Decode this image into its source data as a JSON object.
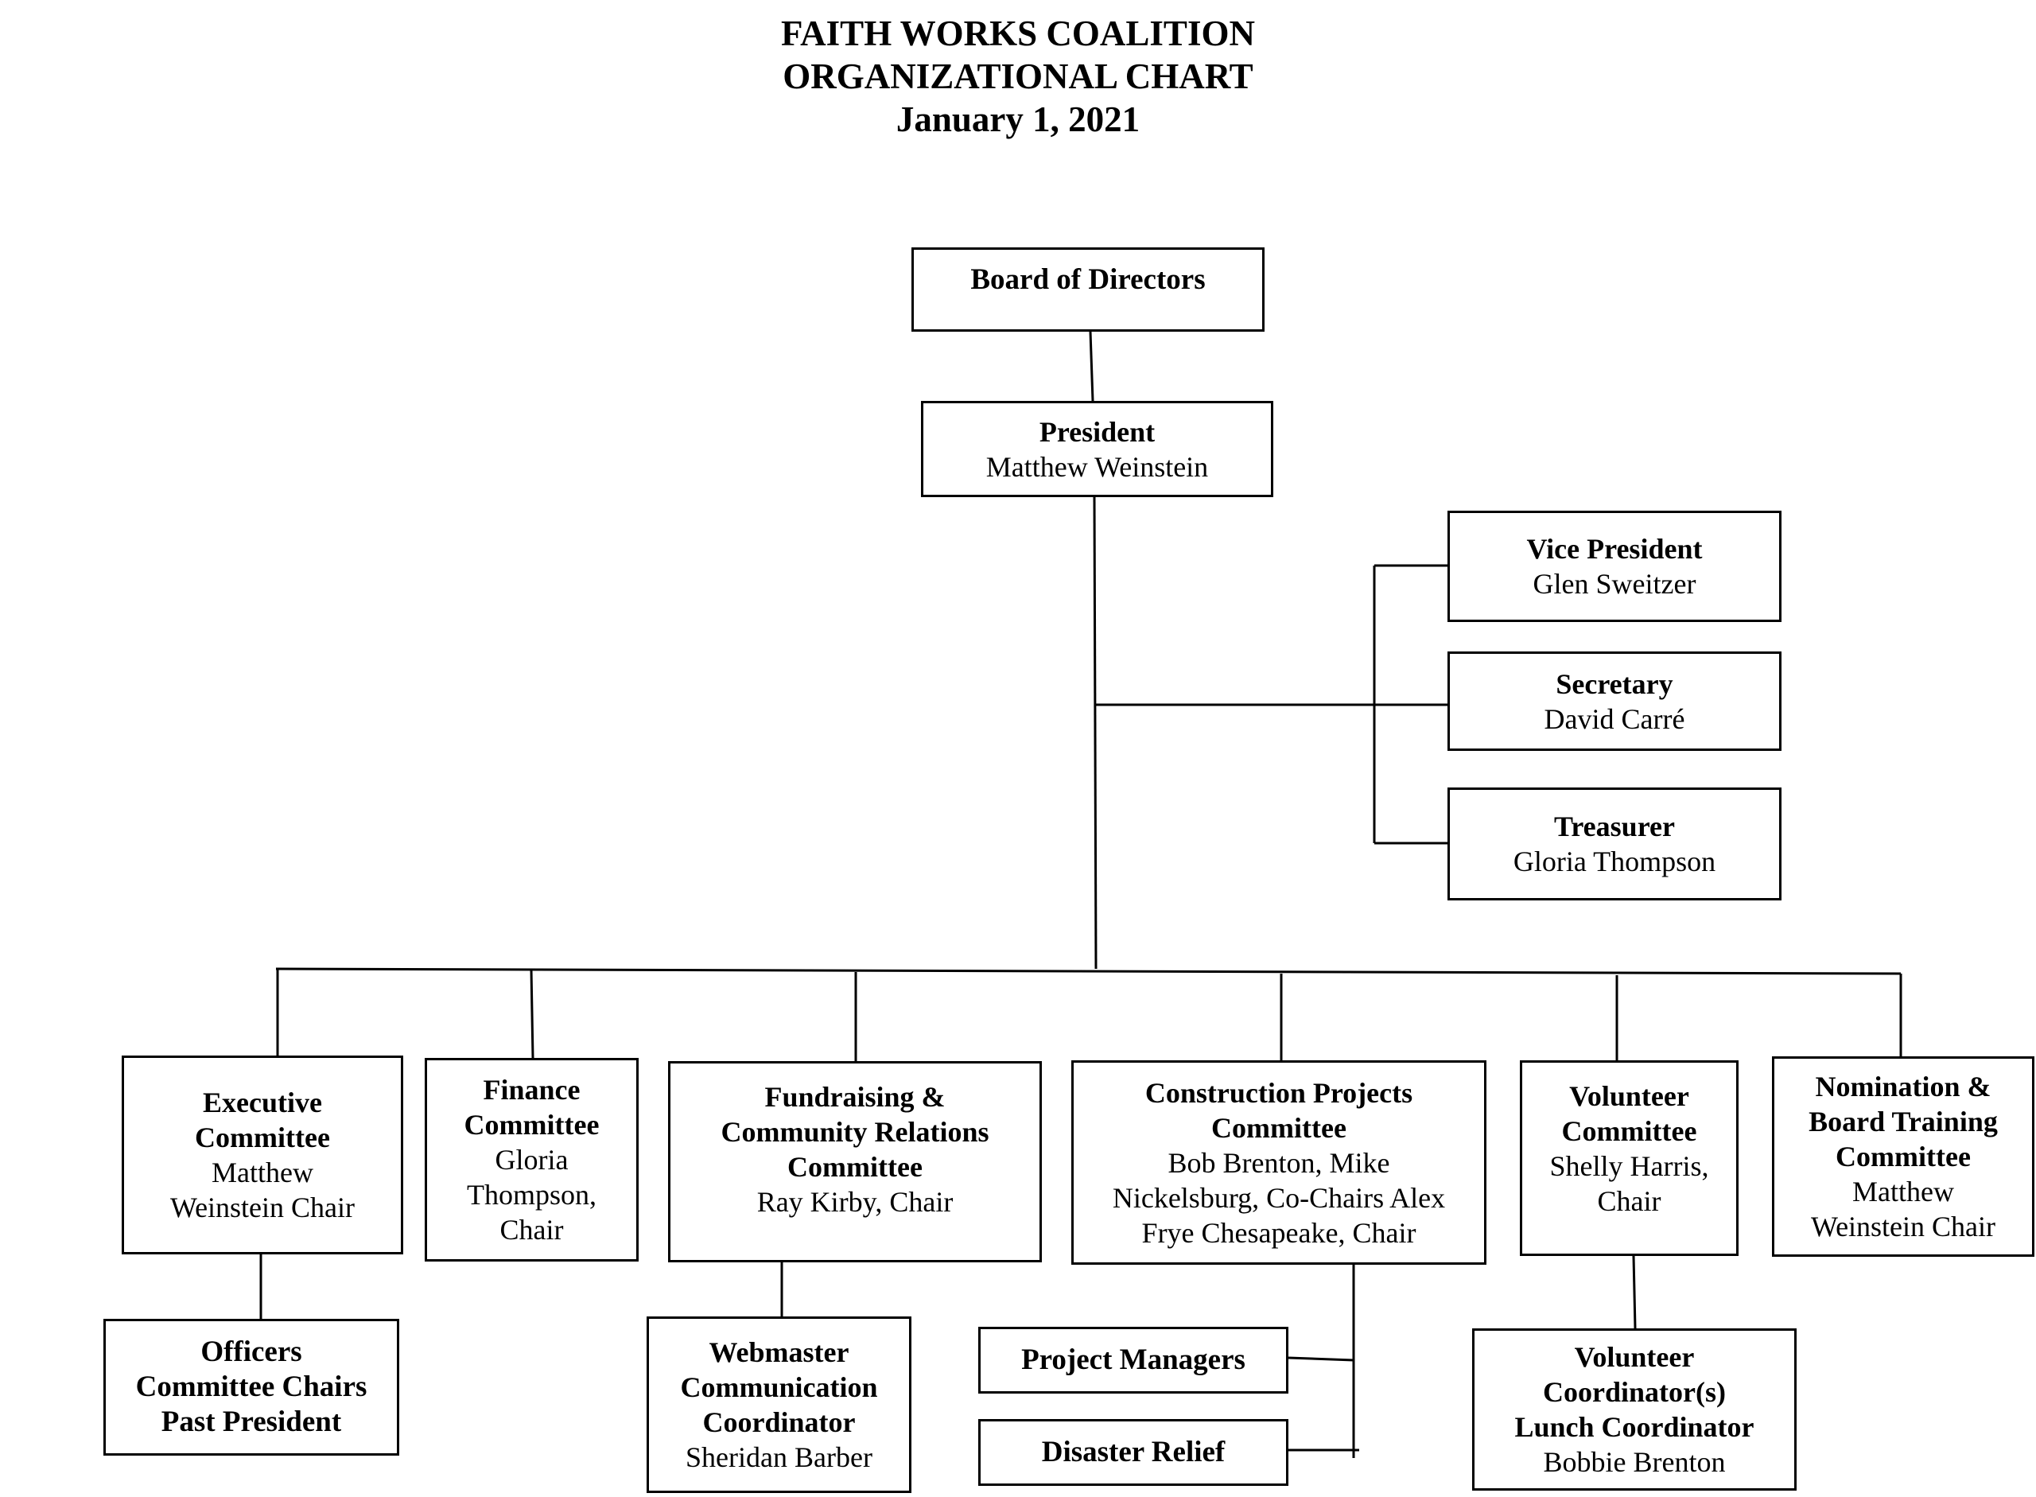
{
  "header": {
    "line1": "FAITH WORKS COALITION",
    "line2": "ORGANIZATIONAL CHART",
    "line3": "January 1, 2021"
  },
  "nodes": {
    "board": {
      "title": "Board of Directors"
    },
    "president": {
      "title": "President",
      "name": "Matthew Weinstein"
    },
    "vice_president": {
      "title": "Vice President",
      "name": "Glen Sweitzer"
    },
    "secretary": {
      "title": "Secretary",
      "name": "David Carré"
    },
    "treasurer": {
      "title": "Treasurer",
      "name": "Gloria Thompson"
    },
    "executive": {
      "title": "Executive\nCommittee",
      "name": "Matthew\nWeinstein Chair"
    },
    "finance": {
      "title": "Finance\nCommittee",
      "name": "Gloria\nThompson,\nChair"
    },
    "fundraising": {
      "title": "Fundraising &\nCommunity Relations\nCommittee",
      "name": "Ray Kirby, Chair"
    },
    "construction": {
      "title": "Construction Projects\nCommittee",
      "name": "Bob Brenton, Mike\nNickelsburg, Co-Chairs Alex\nFrye Chesapeake, Chair"
    },
    "volunteer": {
      "title": "Volunteer\nCommittee",
      "name": "Shelly Harris,\nChair"
    },
    "nomination": {
      "title": "Nomination &\nBoard Training\nCommittee",
      "name": "Matthew\nWeinstein Chair"
    },
    "officers": {
      "title": "Officers\nCommittee Chairs\nPast President"
    },
    "webmaster": {
      "title": "Webmaster\nCommunication\nCoordinator",
      "name": "Sheridan Barber"
    },
    "project_managers": {
      "title": "Project Managers"
    },
    "disaster_relief": {
      "title": "Disaster Relief"
    },
    "volunteer_coord": {
      "title": "Volunteer\nCoordinator(s)\nLunch Coordinator",
      "name": "Bobbie Brenton"
    }
  },
  "colors": {
    "line": "#000000",
    "box_border": "#000000",
    "background": "#ffffff"
  }
}
